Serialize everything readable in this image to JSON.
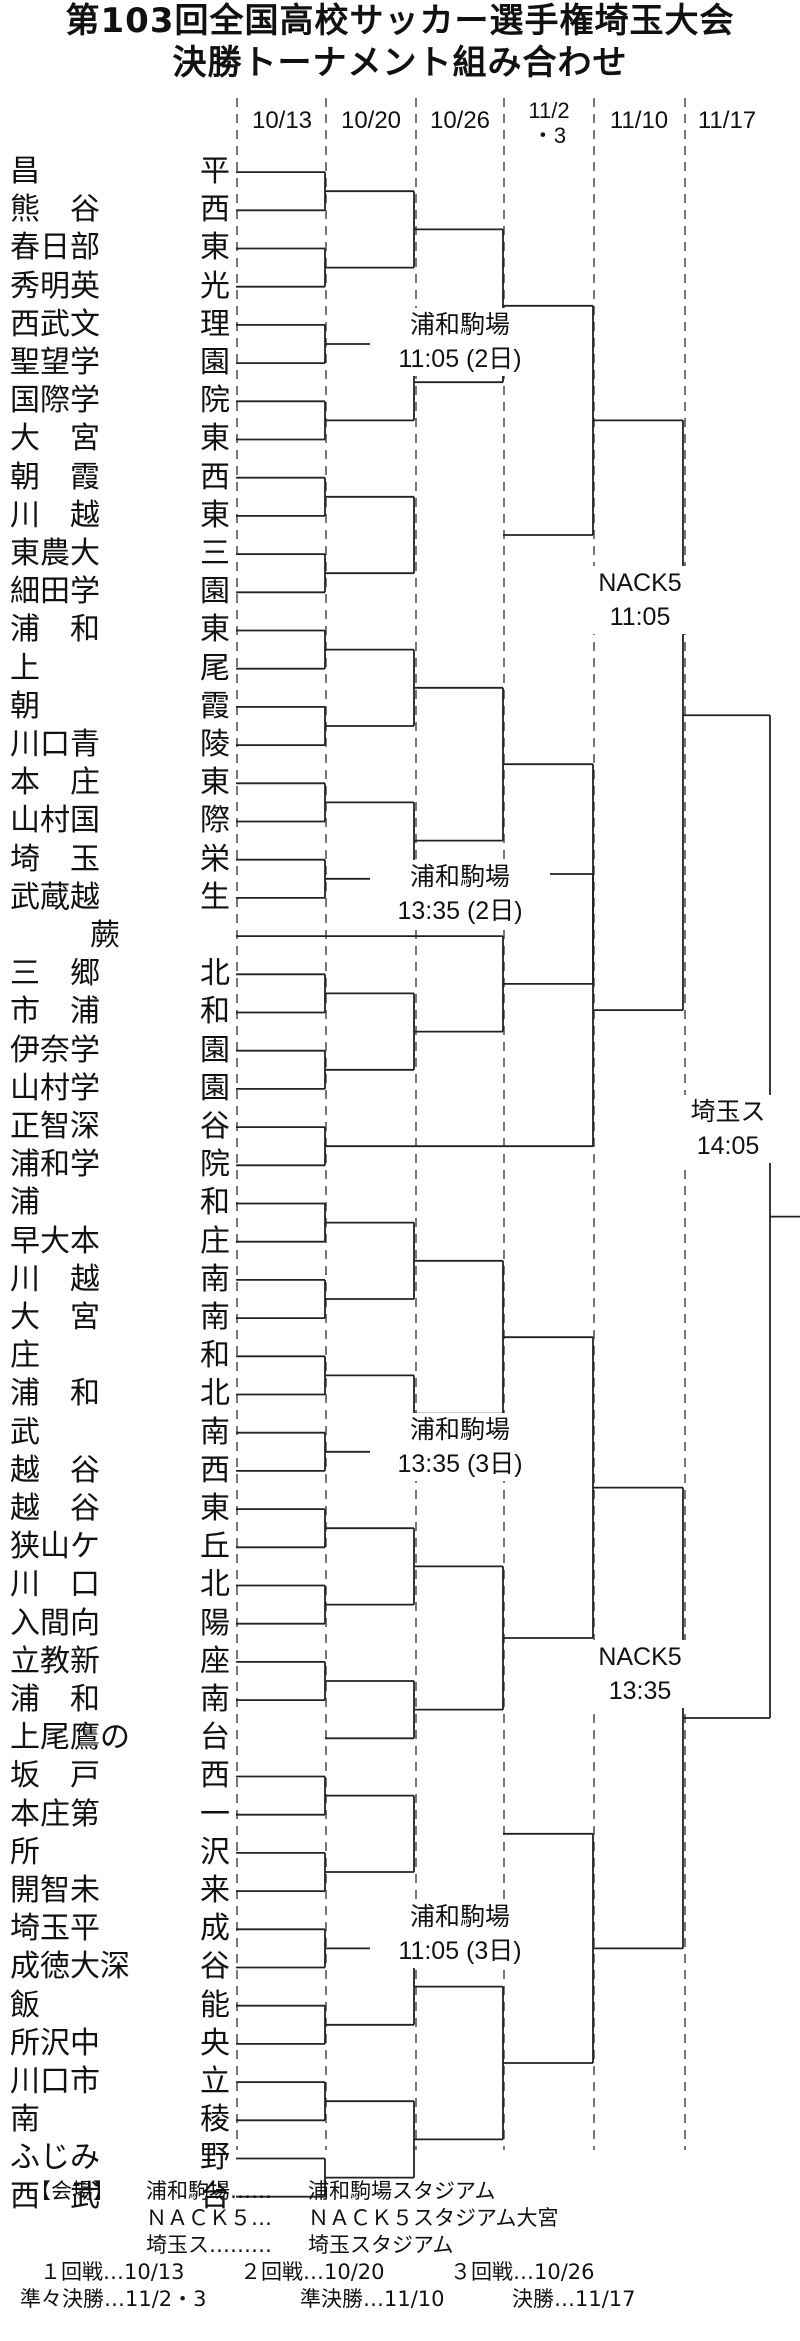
{
  "title": {
    "line1": "第103回全国高校サッカー選手権埼玉大会",
    "line2": "決勝トーナメント組み合わせ"
  },
  "rounds": [
    "10/13",
    "10/20",
    "10/26",
    "11/2・3",
    "11/10",
    "11/17"
  ],
  "round_date_lines": [
    [
      "10/13"
    ],
    [
      "10/20"
    ],
    [
      "10/26"
    ],
    [
      "11/2",
      "・3"
    ],
    [
      "11/10"
    ],
    [
      "11/17"
    ]
  ],
  "teams": [
    {
      "head": "昌",
      "tail": "平"
    },
    {
      "head": "熊　谷",
      "tail": "西"
    },
    {
      "head": "春日部",
      "tail": "東"
    },
    {
      "head": "秀明英",
      "tail": "光"
    },
    {
      "head": "西武文",
      "tail": "理"
    },
    {
      "head": "聖望学",
      "tail": "園"
    },
    {
      "head": "国際学",
      "tail": "院"
    },
    {
      "head": "大　宮",
      "tail": "東"
    },
    {
      "head": "朝　霞",
      "tail": "西"
    },
    {
      "head": "川　越",
      "tail": "東"
    },
    {
      "head": "東農大",
      "tail": "三"
    },
    {
      "head": "細田学",
      "tail": "園"
    },
    {
      "head": "浦　和",
      "tail": "東"
    },
    {
      "head": "上",
      "tail": "尾"
    },
    {
      "head": "朝",
      "tail": "霞"
    },
    {
      "head": "川口青",
      "tail": "陵"
    },
    {
      "head": "本　庄",
      "tail": "東"
    },
    {
      "head": "山村国",
      "tail": "際"
    },
    {
      "head": "埼　玉",
      "tail": "栄"
    },
    {
      "head": "武蔵越",
      "tail": "生"
    },
    {
      "head": "　蕨",
      "tail": ""
    },
    {
      "head": "三　郷",
      "tail": "北"
    },
    {
      "head": "市　浦",
      "tail": "和"
    },
    {
      "head": "伊奈学",
      "tail": "園"
    },
    {
      "head": "山村学",
      "tail": "園"
    },
    {
      "head": "正智深",
      "tail": "谷"
    },
    {
      "head": "浦和学",
      "tail": "院"
    },
    {
      "head": "浦",
      "tail": "和"
    },
    {
      "head": "早大本",
      "tail": "庄"
    },
    {
      "head": "川　越",
      "tail": "南"
    },
    {
      "head": "大　宮",
      "tail": "南"
    },
    {
      "head": "庄",
      "tail": "和"
    },
    {
      "head": "浦　和",
      "tail": "北"
    },
    {
      "head": "武",
      "tail": "南"
    },
    {
      "head": "越　谷",
      "tail": "西"
    },
    {
      "head": "越　谷",
      "tail": "東"
    },
    {
      "head": "狭山ケ",
      "tail": "丘"
    },
    {
      "head": "川　口",
      "tail": "北"
    },
    {
      "head": "入間向",
      "tail": "陽"
    },
    {
      "head": "立教新",
      "tail": "座"
    },
    {
      "head": "浦　和",
      "tail": "南"
    },
    {
      "head": "上尾鷹の",
      "tail": "台"
    },
    {
      "head": "坂　戸",
      "tail": "西"
    },
    {
      "head": "本庄第",
      "tail": "一"
    },
    {
      "head": "所",
      "tail": "沢"
    },
    {
      "head": "開智未",
      "tail": "来"
    },
    {
      "head": "埼玉平",
      "tail": "成"
    },
    {
      "head": "成徳大深",
      "tail": "谷"
    },
    {
      "head": "飯",
      "tail": "能"
    },
    {
      "head": "所沢中",
      "tail": "央"
    },
    {
      "head": "川口市",
      "tail": "立"
    },
    {
      "head": "南",
      "tail": "稜"
    },
    {
      "head": "ふじみ",
      "tail": "野"
    },
    {
      "head": "西　武",
      "tail": "台"
    }
  ],
  "venues": [
    {
      "name": "浦和駒場",
      "time": "11:05 (2日)"
    },
    {
      "name": "浦和駒場",
      "time": "13:35 (2日)"
    },
    {
      "name": "浦和駒場",
      "time": "13:35 (3日)"
    },
    {
      "name": "浦和駒場",
      "time": "11:05 (3日)"
    },
    {
      "name": "NACK5",
      "time": "11:05"
    },
    {
      "name": "NACK5",
      "time": "13:35"
    },
    {
      "name": "埼玉ス",
      "time": "14:05"
    }
  ],
  "legend": {
    "header": "【会場】",
    "venue_rows": [
      {
        "abbr": "浦和駒場……",
        "full": "浦和駒場スタジアム"
      },
      {
        "abbr": "ＮＡＣＫ５…",
        "full": "ＮＡＣＫ５スタジアム大宮"
      },
      {
        "abbr": "埼玉ス………",
        "full": "埼玉スタジアム"
      }
    ],
    "round_rows": [
      [
        "１回戦…10/13",
        "２回戦…10/20",
        "３回戦…10/26"
      ],
      [
        "準々決勝…11/2・3",
        "準決勝…11/10",
        "決勝…11/17"
      ]
    ]
  },
  "colors": {
    "text": "#111111",
    "line": "#222222",
    "dash": "#555555",
    "background": "#ffffff"
  }
}
